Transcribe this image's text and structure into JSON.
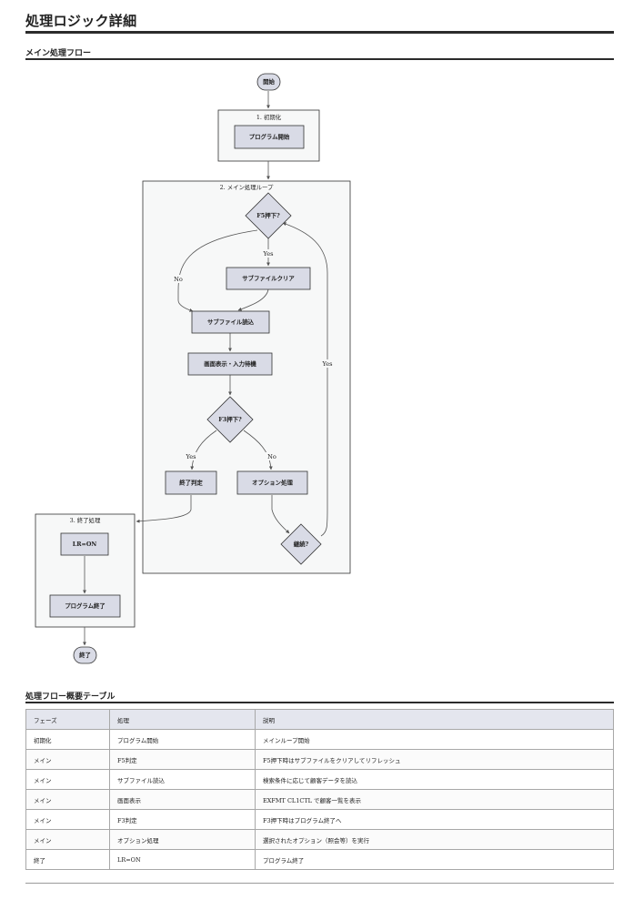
{
  "page": {
    "title": "処理ロジック詳細"
  },
  "flow_section": {
    "title": "メイン処理フロー"
  },
  "flowchart": {
    "groups": {
      "init": "1. 初期化",
      "main": "2. メイン処理ループ",
      "end": "3. 終了処理"
    },
    "nodes": {
      "start": "開始",
      "program_start": "プログラム開始",
      "f5_check": "F5押下?",
      "subfile_clear": "サブファイルクリア",
      "subfile_load": "サブファイル読込",
      "screen_wait": "画面表示・入力待機",
      "f3_check": "F3押下?",
      "end_judge": "終了判定",
      "option_proc": "オプション処理",
      "continue": "継続?",
      "lr_on": "LR=ON",
      "program_end": "プログラム終了",
      "end": "終了"
    },
    "edge_labels": {
      "f5_yes": "Yes",
      "f5_no": "No",
      "f3_yes": "Yes",
      "f3_no": "No",
      "continue_yes": "Yes"
    },
    "colors": {
      "node_fill": "#d9dbe6",
      "group_fill": "#f7f8f8",
      "stroke": "#333333",
      "edge": "#555555"
    }
  },
  "table_section": {
    "title": "処理フロー概要テーブル"
  },
  "table": {
    "headers": [
      "フェーズ",
      "処理",
      "説明"
    ],
    "rows": [
      [
        "初期化",
        "プログラム開始",
        "メインループ開始"
      ],
      [
        "メイン",
        "F5判定",
        "F5押下時はサブファイルをクリアしてリフレッシュ"
      ],
      [
        "メイン",
        "サブファイル読込",
        "検索条件に応じて顧客データを読込"
      ],
      [
        "メイン",
        "画面表示",
        "EXFMT CL1CTL で顧客一覧を表示"
      ],
      [
        "メイン",
        "F3判定",
        "F3押下時はプログラム終了へ"
      ],
      [
        "メイン",
        "オプション処理",
        "選択されたオプション（照会等）を実行"
      ],
      [
        "終了",
        "LR=ON",
        "プログラム終了"
      ]
    ]
  }
}
